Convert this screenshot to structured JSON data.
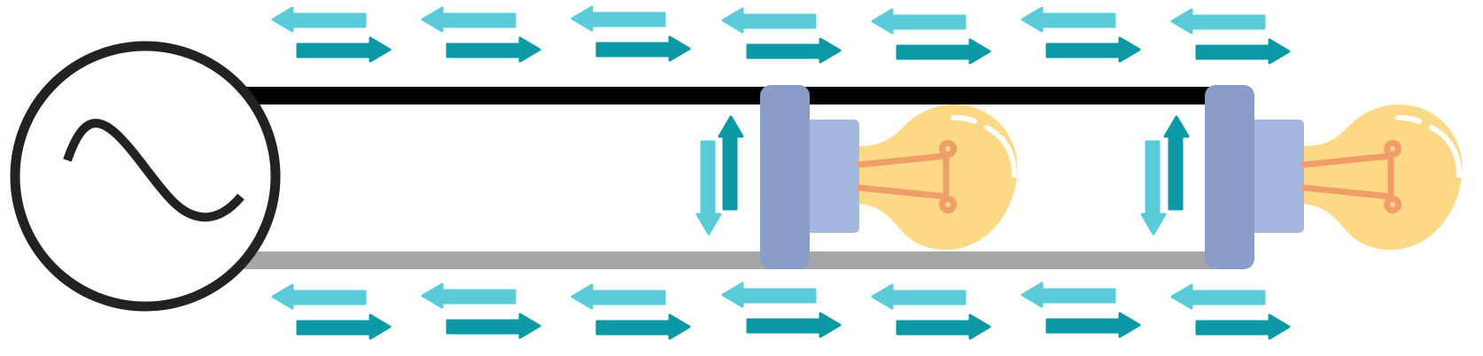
{
  "diagram": {
    "description_free": true,
    "colors": {
      "wire_top": "#000000",
      "wire_bottom": "#a6a6a6",
      "source_stroke": "#222222",
      "arrow_light": "#5ccbd9",
      "arrow_dark": "#0b99a6",
      "socket_dark": "#8a9dc9",
      "socket_light": "#a3b7df",
      "bulb_glass": "#fdd985",
      "filament": "#f09d6a",
      "highlight": "#ffffff"
    },
    "icons": {
      "source": "ac-voltage-source-icon",
      "bulb": "light-bulb-icon",
      "arrow_left": "arrow-left-icon",
      "arrow_right": "arrow-right-icon",
      "arrow_up": "arrow-up-icon",
      "arrow_down": "arrow-down-icon"
    },
    "arrow_pair_count_top": 7,
    "arrow_pair_count_bottom": 7,
    "bulb_count": 2
  }
}
